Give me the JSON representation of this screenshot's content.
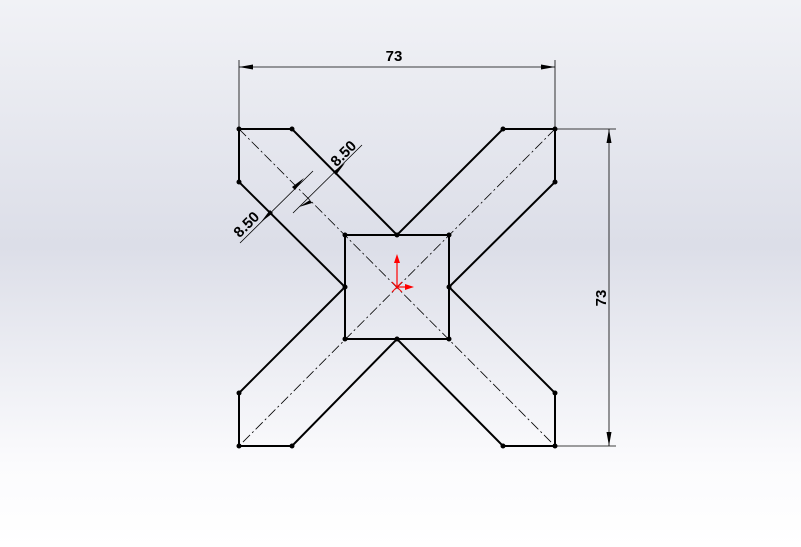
{
  "sketch": {
    "dimensions": {
      "width": "73",
      "height": "73",
      "arm_width_1": "8.50",
      "arm_width_2": "8.50"
    },
    "colors": {
      "line": "#000000",
      "origin": "#ff0000",
      "background": "#e2e4ec"
    }
  }
}
